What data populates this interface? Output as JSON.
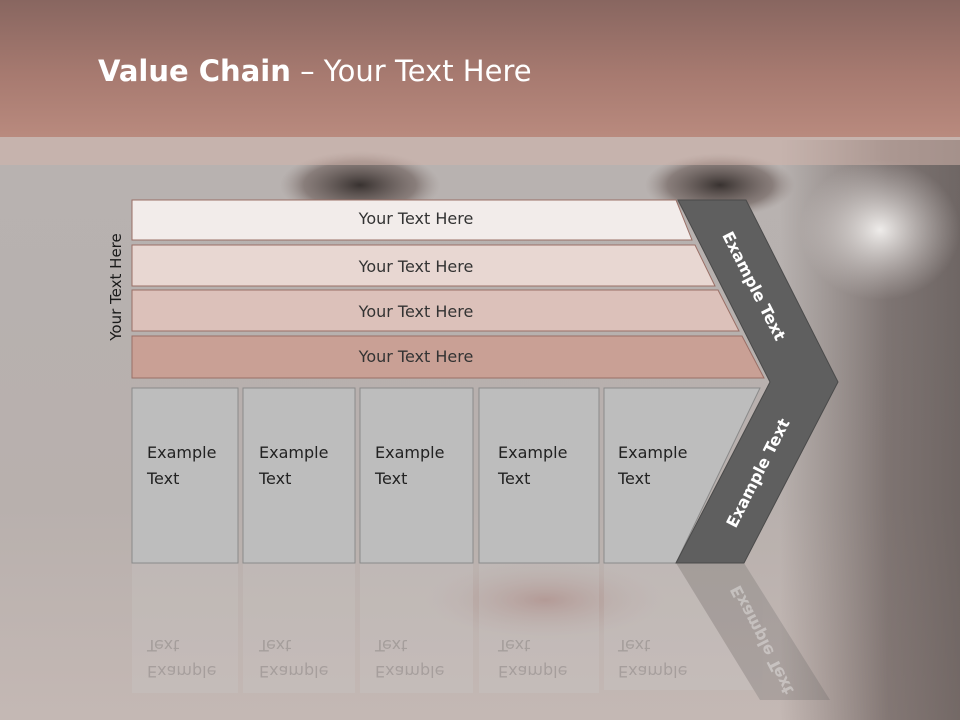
{
  "slide": {
    "title_bold": "Value Chain",
    "title_rest": " – Your Text Here",
    "side_label": "Your Text Here"
  },
  "bars": [
    {
      "label": "Your Text Here",
      "fill": "#f2ecea"
    },
    {
      "label": "Your Text Here",
      "fill": "#e8d7d2"
    },
    {
      "label": "Your Text Here",
      "fill": "#dcc1ba"
    },
    {
      "label": "Your Text Here",
      "fill": "#c9a095"
    }
  ],
  "columns": [
    {
      "line1": "Example",
      "line2": "Text"
    },
    {
      "line1": "Example",
      "line2": "Text"
    },
    {
      "line1": "Example",
      "line2": "Text"
    },
    {
      "line1": "Example",
      "line2": "Text"
    },
    {
      "line1": "Example",
      "line2": "Text"
    }
  ],
  "arrow": {
    "upper_label": "Example Text",
    "lower_label": "Example Text"
  },
  "colors": {
    "header": "#a77a70",
    "column_fill": "#bdbdbd",
    "arrow_fill": "#5f5f5f",
    "bar_stroke": "#9a6f66"
  }
}
